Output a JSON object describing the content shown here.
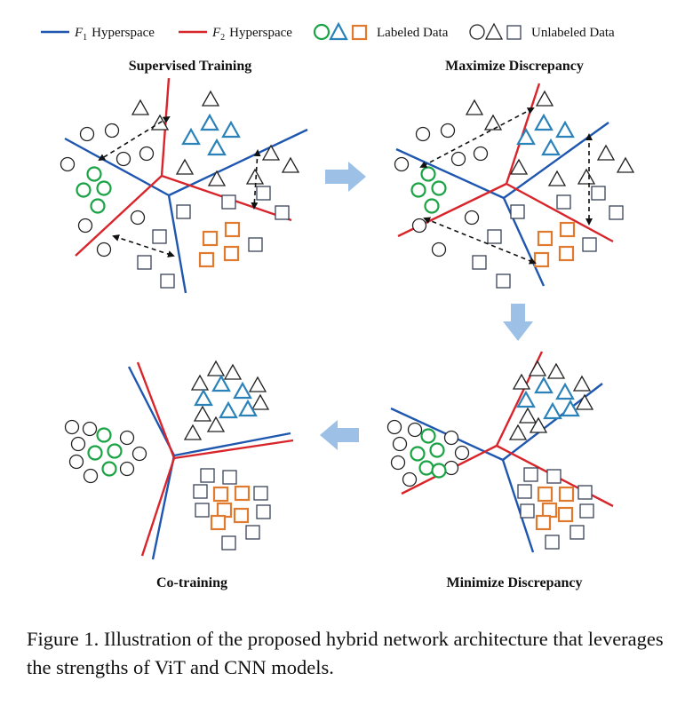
{
  "legend": {
    "f1_symbol": "F",
    "f1_sub": "1",
    "f1_text": "Hyperspace",
    "f2_symbol": "F",
    "f2_sub": "2",
    "f2_text": "Hyperspace",
    "labeled": "Labeled Data",
    "unlabeled": "Unlabeled Data"
  },
  "panels": {
    "supervised": "Supervised Training",
    "maximize": "Maximize Discrepancy",
    "minimize": "Minimize Discrepancy",
    "cotraining": "Co-training"
  },
  "colors": {
    "f1_blue": "#1f57b0",
    "f2_red": "#d8252b",
    "labeled_circle_green": "#1aa344",
    "labeled_triangle_blue": "#2a82b8",
    "labeled_square_orange": "#e07a2e",
    "arrow_light_blue": "#9dc0e6"
  },
  "caption": "Figure 1. Illustration of the proposed hybrid network architecture that leverages the strengths of ViT and CNN models."
}
